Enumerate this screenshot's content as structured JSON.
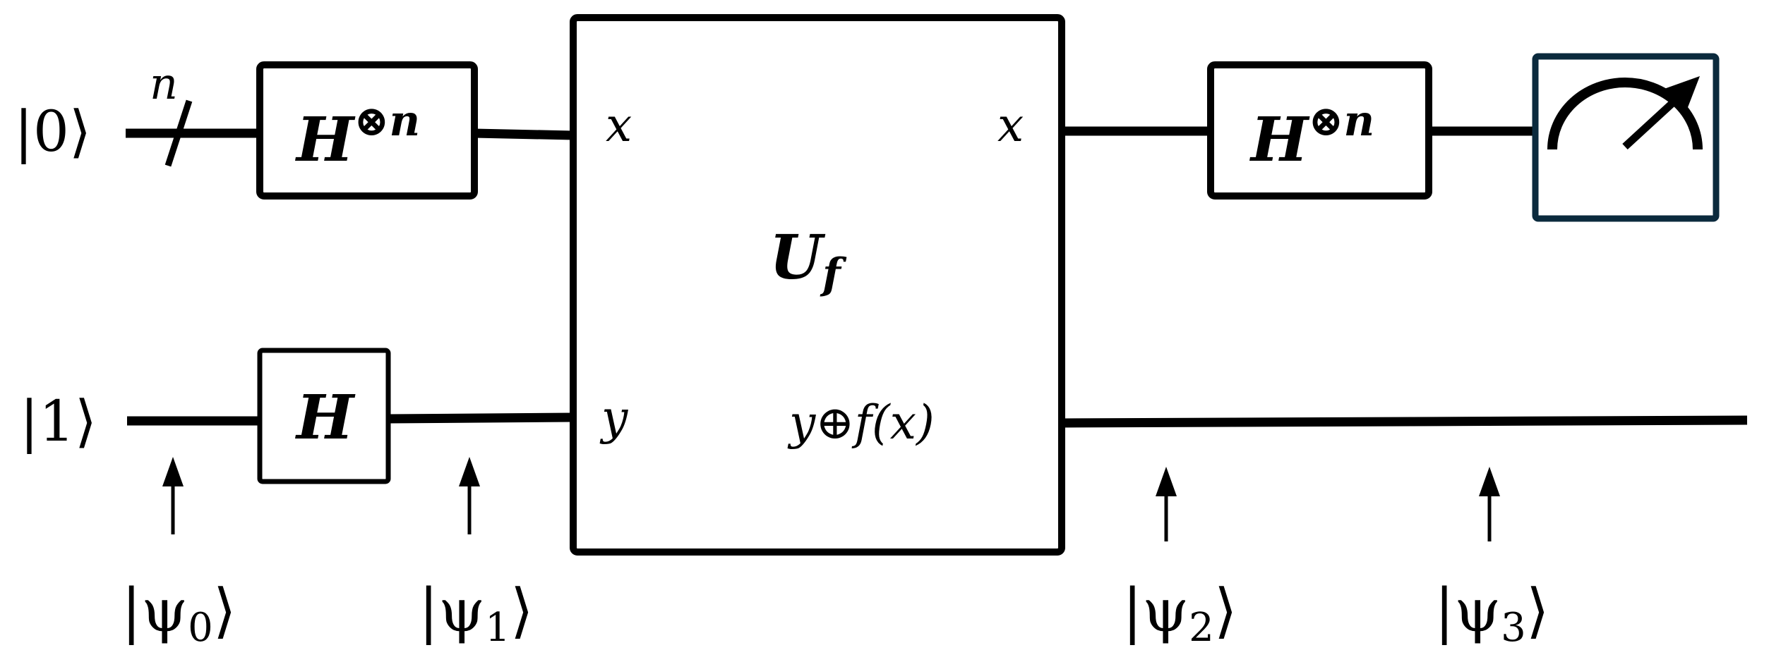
{
  "inputs": {
    "top_ket": "|0⟩",
    "bottom_ket": "|1⟩",
    "register_size": "n"
  },
  "gates": {
    "hadamard_n_base": "H",
    "hadamard_n_sup": "⊗n",
    "hadamard_single": "H"
  },
  "oracle": {
    "label_base": "U",
    "label_sub": "f",
    "in_x": "x",
    "in_y": "y",
    "out_x": "x",
    "out_y": "y⊕f(x)"
  },
  "states": [
    {
      "base": "|ψ",
      "sub": "0",
      "close": "⟩"
    },
    {
      "base": "|ψ",
      "sub": "1",
      "close": "⟩"
    },
    {
      "base": "|ψ",
      "sub": "2",
      "close": "⟩"
    },
    {
      "base": "|ψ",
      "sub": "3",
      "close": "⟩"
    }
  ],
  "meter": {
    "icon": "measurement-meter-icon",
    "frame_color": "#0b2a3d"
  }
}
